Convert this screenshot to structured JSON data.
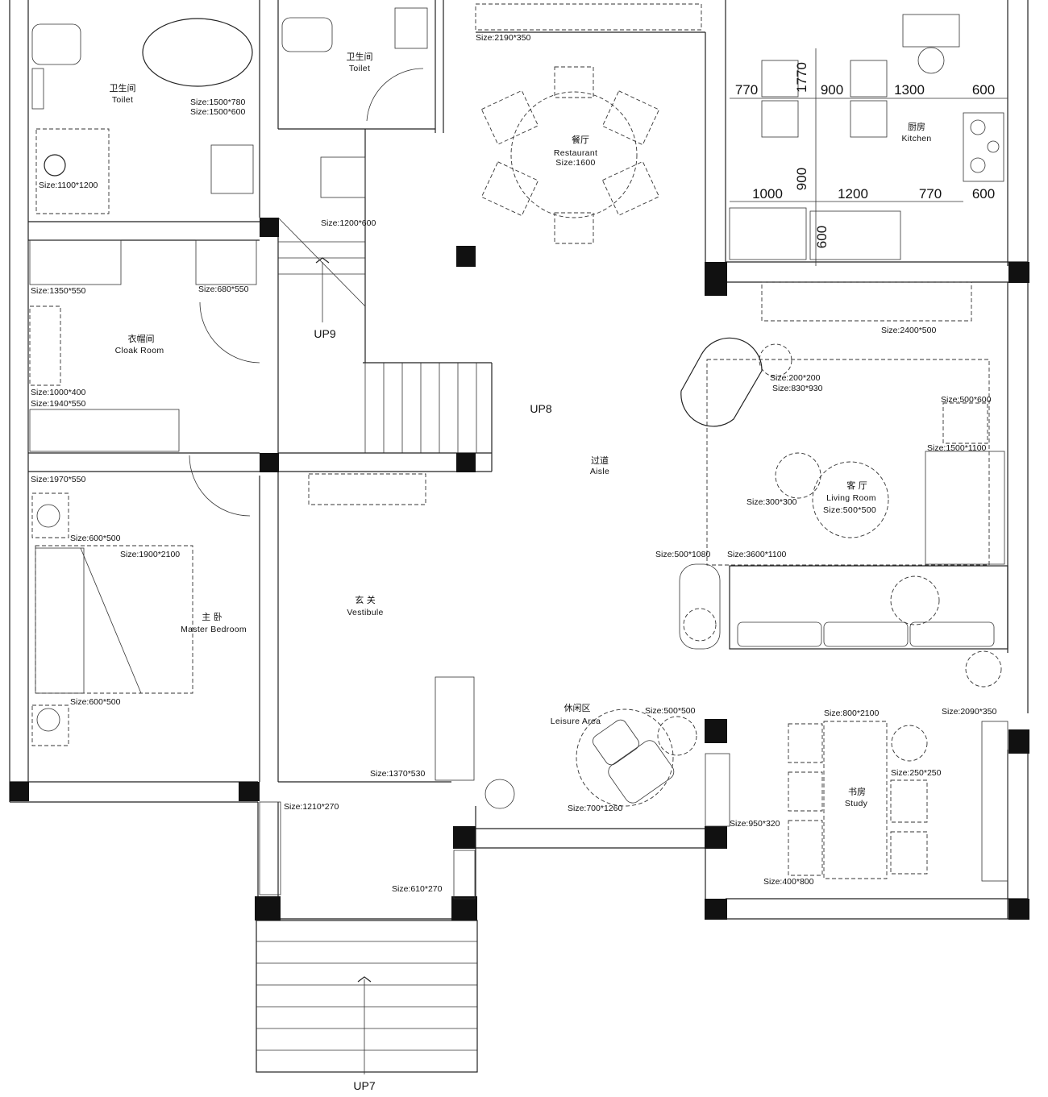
{
  "rooms": {
    "toilet_left": {
      "cn": "卫生间",
      "en": "Toilet"
    },
    "toilet_mid": {
      "cn": "卫生间",
      "en": "Toilet"
    },
    "restaurant": {
      "cn": "餐厅",
      "en": "Restaurant",
      "size": "Size:1600"
    },
    "kitchen": {
      "cn": "厨房",
      "en": "Kitchen"
    },
    "cloak": {
      "cn": "衣帽间",
      "en": "Cloak Room"
    },
    "aisle": {
      "cn": "过道",
      "en": "Aisle"
    },
    "living": {
      "cn": "客 厅",
      "en": "Living Room",
      "size": "Size:500*500"
    },
    "master": {
      "cn": "主 卧",
      "en": "Master Bedroom"
    },
    "vestibule": {
      "cn": "玄 关",
      "en": "Vestibule"
    },
    "leisure": {
      "cn": "休闲区",
      "en": "Leisure Area"
    },
    "study": {
      "cn": "书房",
      "en": "Study"
    }
  },
  "stairs": {
    "up9": "UP9",
    "up8": "UP8",
    "up7": "UP7"
  },
  "sizes": {
    "s2190x350": "Size:2190*350",
    "s1500x780": "Size:1500*780",
    "s1500x600": "Size:1500*600",
    "s1100x1200": "Size:1100*1200",
    "s1200x600": "Size:1200*600",
    "s1350x550": "Size:1350*550",
    "s680x550": "Size:680*550",
    "s2400x500": "Size:2400*500",
    "s200x200": "Size:200*200",
    "s830x930": "Size:830*930",
    "s500x600": "Size:500*600",
    "s1000x400": "Size:1000*400",
    "s1940x550": "Size:1940*550",
    "s1500x1100": "Size:1500*1100",
    "s1970x550": "Size:1970*550",
    "s300x300": "Size:300*300",
    "s600x500a": "Size:600*500",
    "s1900x2100": "Size:1900*2100",
    "s500x1080": "Size:500*1080",
    "s3600x1100": "Size:3600*1100",
    "s600x500b": "Size:600*500",
    "s500x500": "Size:500*500",
    "s800x2100": "Size:800*2100",
    "s2090x350": "Size:2090*350",
    "s250x250": "Size:250*250",
    "s1370x530": "Size:1370*530",
    "s1210x270": "Size:1210*270",
    "s700x1260": "Size:700*1260",
    "s950x320": "Size:950*320",
    "s610x270": "Size:610*270",
    "s400x800": "Size:400*800"
  },
  "kitchen_dims": {
    "top": [
      "770",
      "900",
      "1300",
      "600"
    ],
    "vert_a": "1770",
    "vert_b": "900",
    "bottom": [
      "1000",
      "1200",
      "770",
      "600"
    ],
    "cab": "600"
  }
}
